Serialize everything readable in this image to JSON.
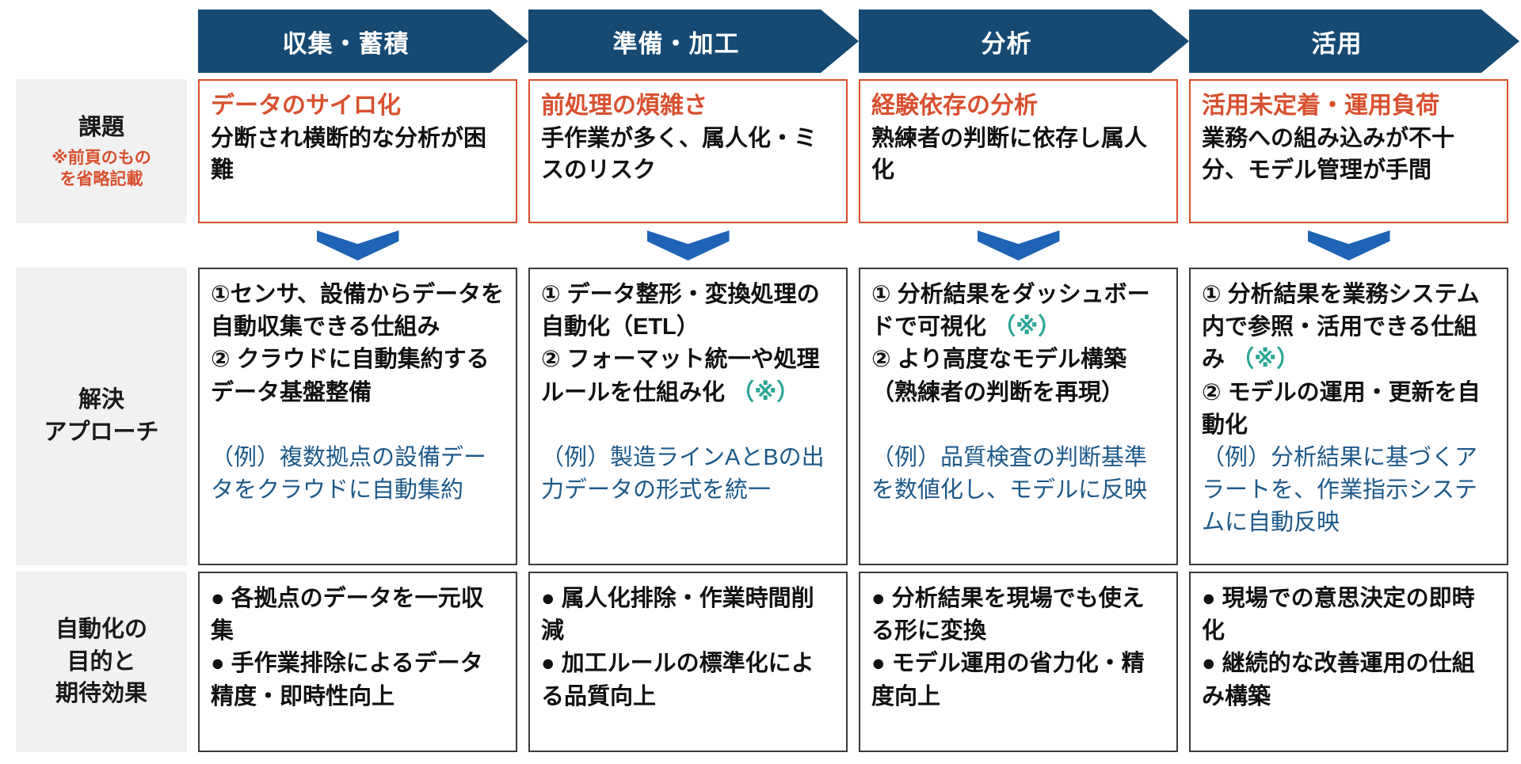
{
  "colors": {
    "header_bg": "#164a73",
    "arrow_blue": "#1e63b5",
    "issue_red": "#d8502f",
    "teal": "#2ba596",
    "example_navy": "#1d5889",
    "label_bg": "#f1f1f1"
  },
  "row_labels": {
    "issues": {
      "title": "課題",
      "note": "※前頁のもの\nを省略記載"
    },
    "approach": {
      "title": "解決\nアプローチ"
    },
    "effects": {
      "title": "自動化の\n目的と\n期待効果"
    }
  },
  "columns": [
    {
      "id": "collection",
      "header": "収集・蓄積",
      "issue": {
        "title": "データのサイロ化",
        "body": "分断され横断的な分析が困難"
      },
      "approach": [
        {
          "t": "①センサ、設備からデータを自動収集できる仕組み\n② クラウドに自動集約するデータ基盤整備\n\n",
          "c": ""
        },
        {
          "t": "（例）複数拠点の設備データをクラウドに自動集約",
          "c": "navy"
        }
      ],
      "effects": "● 各拠点のデータを一元収集\n● 手作業排除によるデータ精度・即時性向上"
    },
    {
      "id": "preparation",
      "header": "準備・加工",
      "issue": {
        "title": "前処理の煩雑さ",
        "body": "手作業が多く、属人化・ミスのリスク"
      },
      "approach": [
        {
          "t": "① データ整形・変換処理の自動化（ETL）\n② フォーマット統一や処理ルールを仕組み化 ",
          "c": ""
        },
        {
          "t": "（※）",
          "c": "teal"
        },
        {
          "t": "\n\n",
          "c": ""
        },
        {
          "t": "（例）製造ラインAとBの出力データの形式を統一",
          "c": "navy"
        }
      ],
      "effects": "● 属人化排除・作業時間削減\n● 加工ルールの標準化による品質向上"
    },
    {
      "id": "analysis",
      "header": "分析",
      "issue": {
        "title": "経験依存の分析",
        "body": "熟練者の判断に依存し属人化"
      },
      "approach": [
        {
          "t": "① 分析結果をダッシュボードで可視化 ",
          "c": ""
        },
        {
          "t": "（※）",
          "c": "teal"
        },
        {
          "t": "\n② より高度なモデル構築（熟練者の判断を再現）\n\n",
          "c": ""
        },
        {
          "t": "（例）品質検査の判断基準を数値化し、モデルに反映",
          "c": "navy"
        }
      ],
      "effects": "● 分析結果を現場でも使える形に変換\n● モデル運用の省力化・精度向上"
    },
    {
      "id": "utilization",
      "header": "活用",
      "issue": {
        "title": "活用未定着・運用負荷",
        "body": "業務への組み込みが不十分、モデル管理が手間"
      },
      "approach": [
        {
          "t": "① 分析結果を業務システム内で参照・活用できる仕組み ",
          "c": ""
        },
        {
          "t": "（※）",
          "c": "teal"
        },
        {
          "t": "\n② モデルの運用・更新を自動化\n",
          "c": ""
        },
        {
          "t": "（例）分析結果に基づくアラートを、作業指示システムに自動反映",
          "c": "navy"
        }
      ],
      "effects": "● 現場での意思決定の即時化\n● 継続的な改善運用の仕組み構築"
    }
  ]
}
